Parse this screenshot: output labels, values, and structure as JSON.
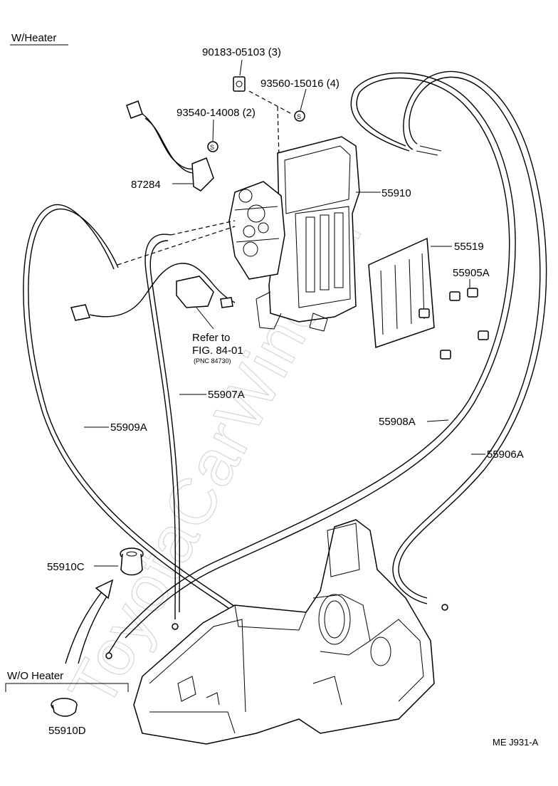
{
  "sections": {
    "with_heater": "W/Heater",
    "without_heater": "W/O Heater"
  },
  "watermark": "ToyotaCarWine.ru",
  "figure_id": "ME J931-A",
  "refer": {
    "line1": "Refer to",
    "line2": "FIG. 84-01",
    "line3": "(PNC 84730)"
  },
  "parts": {
    "p90183": "90183-05103 (3)",
    "p93560": "93560-15016 (4)",
    "p93540": "93540-14008 (2)",
    "p87284": "87284",
    "p55910": "55910",
    "p55519": "55519",
    "p55905A": "55905A",
    "p55907A": "55907A",
    "p55909A": "55909A",
    "p55908A": "55908A",
    "p55906A": "55906A",
    "p55910C": "55910C",
    "p55910D": "55910D"
  },
  "symbols": {
    "s": "S"
  }
}
